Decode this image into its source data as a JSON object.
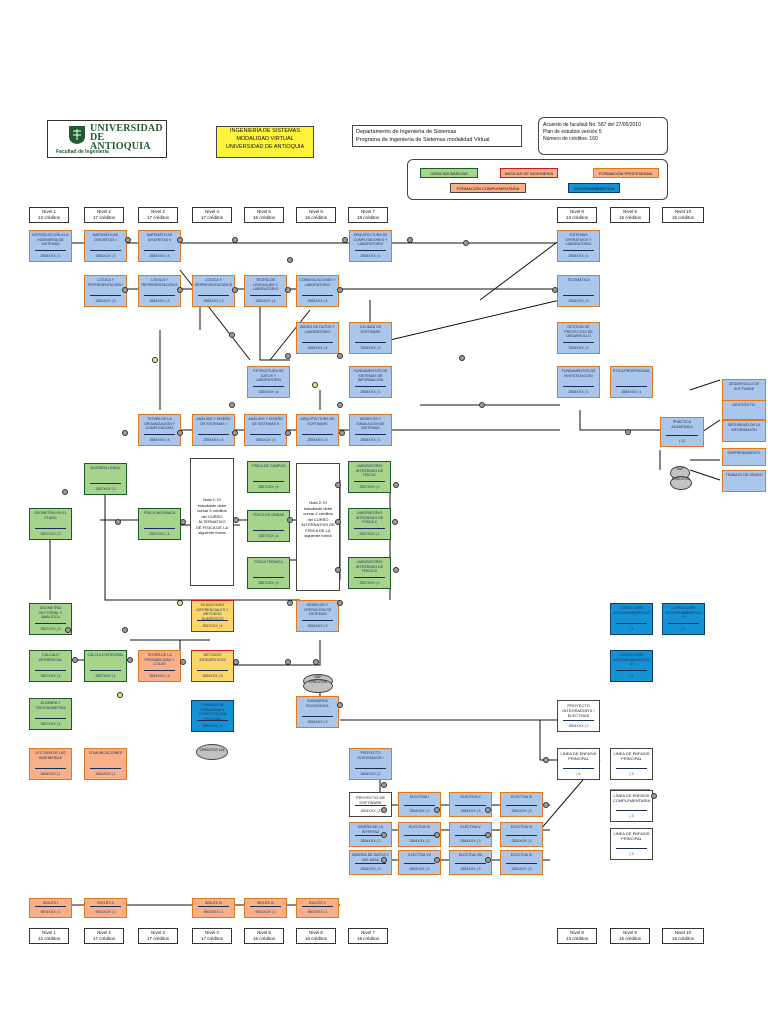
{
  "header": {
    "logo": {
      "university": [
        "UNIVERSIDAD",
        "DE ANTIOQUIA"
      ],
      "faculty": "Facultad de Ingeniería"
    },
    "program_box": [
      "INGENIERÍA DE SISTEMAS",
      "MODALIDAD VIRTUAL",
      "UNIVERSIDAD DE ANTIOQUIA"
    ],
    "department_box": [
      "Departamento de Ingeniería de Sistemas",
      "Programa de Ingeniería de Sistemas modalidad Virtual"
    ],
    "agreement_box": [
      "Acuerdo de facultad No. 587 del 27/05/2010",
      "Plan de estudios versión 5",
      "Número de créditos: 160"
    ]
  },
  "legend": [
    {
      "label": "CIENCIAS BÁSICAS",
      "kind": "green"
    },
    {
      "label": "BÁSICAS DE INGENIERÍA",
      "kind": "orange-red"
    },
    {
      "label": "FORMACIÓN PROFESIONAL",
      "kind": "orange"
    },
    {
      "label": "FORMACIÓN COMPLEMENTARIA",
      "kind": "salmon"
    },
    {
      "label": "SOCIOHUMANÍSTICA",
      "kind": "cyan"
    }
  ],
  "levels_top": [
    {
      "name": "Nivel 1",
      "credits": "12 créditos"
    },
    {
      "name": "Nivel 2",
      "credits": "17 créditos"
    },
    {
      "name": "Nivel 3",
      "credits": "17 créditos"
    },
    {
      "name": "Nivel 4",
      "credits": "17 créditos"
    },
    {
      "name": "Nivel 5",
      "credits": "16 créditos"
    },
    {
      "name": "Nivel 6",
      "credits": "16 créditos"
    },
    {
      "name": "Nivel 7",
      "credits": "18 créditos"
    },
    {
      "name": "Nivel 8",
      "credits": "13 créditos"
    },
    {
      "name": "Nivel 9",
      "credits": "16 créditos"
    },
    {
      "name": "Nivel 10",
      "credits": "15 créditos"
    }
  ],
  "levels_bottom": [
    {
      "name": "Nivel 1",
      "credits": "12 créditos"
    },
    {
      "name": "Nivel 2",
      "credits": "17 créditos"
    },
    {
      "name": "Nivel 3",
      "credits": "17 créditos"
    },
    {
      "name": "Nivel 4",
      "credits": "17 créditos"
    },
    {
      "name": "Nivel 5",
      "credits": "16 créditos"
    },
    {
      "name": "Nivel 6",
      "credits": "16 créditos"
    },
    {
      "name": "Nivel 7",
      "credits": "18 créditos"
    },
    {
      "name": "Nivel 8",
      "credits": "13 créditos"
    },
    {
      "name": "Nivel 9",
      "credits": "16 créditos"
    },
    {
      "name": "Nivel 10",
      "credits": "15 créditos"
    }
  ],
  "courses": [
    {
      "name": "INTRODUCCIÓN A LA INGENIERÍA DE SISTEMAS",
      "code": "2554XXX | 1",
      "kind": "blue"
    },
    {
      "name": "MATEMÁTICAS DISCRETAS I",
      "code": "2554XXX | 3",
      "kind": "blue"
    },
    {
      "name": "MATEMÁTICAS DISCRETAS II",
      "code": "2554XXX | 3",
      "kind": "blue"
    },
    {
      "name": "ARQUITECTURA DE COMPUTADORES Y LABORATORIO",
      "code": "2554XXX | 4",
      "kind": "blue"
    },
    {
      "name": "SISTEMAS OPERATIVOS Y LABORATORIO",
      "code": "2554XXX | 4",
      "kind": "blue"
    },
    {
      "name": "LÓGICA Y REPRESENTACIÓN I",
      "code": "2554XXX | 3",
      "kind": "blue"
    },
    {
      "name": "LÓGICA Y REPRESENTACIÓN II",
      "code": "2554XXX | 3",
      "kind": "blue"
    },
    {
      "name": "LÓGICA Y REPRESENTACIÓN III",
      "code": "2554XXX | 3",
      "kind": "blue"
    },
    {
      "name": "TEORÍA DE LENGUAJES Y LABORATORIO",
      "code": "2554XXX | 4",
      "kind": "blue"
    },
    {
      "name": "COMUNICACIONES Y LABORATORIO",
      "code": "2554XXX | 4",
      "kind": "blue"
    },
    {
      "name": "TELEMÁTICA",
      "code": "2554XXX | 3",
      "kind": "blue"
    },
    {
      "name": "BASES DE DATOS Y LABORATORIO",
      "code": "2554XXX | 4",
      "kind": "blue"
    },
    {
      "name": "CALIDAD DE SOFTWARE",
      "code": "2554XXX | 3",
      "kind": "blue"
    },
    {
      "name": "GESTIÓN DE PROYECTOS DE DESARROLLO",
      "code": "2554XXX | 3",
      "kind": "blue"
    },
    {
      "name": "ESTRUCTURA DE DATOS Y LABORATORIO",
      "code": "2554XXX | 4",
      "kind": "blue"
    },
    {
      "name": "FUNDAMENTOS DE SISTEMAS DE INFORMACIÓN",
      "code": "2554XXX | 3",
      "kind": "blue"
    },
    {
      "name": "FUNDAMENTOS DE INVESTIGACIÓN",
      "code": "2554XXX | 1",
      "kind": "blue"
    },
    {
      "name": "ÉTICA PROFESIONAL",
      "code": "2554XXX | 1",
      "kind": "blue"
    },
    {
      "name": "TEORÍA DE LA ORGANIZACIÓN Y COMPUTADORA",
      "code": "2554XXX | 3",
      "kind": "blue"
    },
    {
      "name": "ANÁLISIS Y DISEÑO DE SISTEMAS I",
      "code": "2554XXX | 4",
      "kind": "blue"
    },
    {
      "name": "ANÁLISIS Y DISEÑO DE SISTEMAS II",
      "code": "2554XXX | 4",
      "kind": "blue"
    },
    {
      "name": "ARQUITECTURA DE SOFTWARE",
      "code": "2554XXX | 3",
      "kind": "blue"
    },
    {
      "name": "MODELOS Y SIMULACIÓN DE SISTEMAS",
      "code": "2554XXX | 3",
      "kind": "blue"
    },
    {
      "name": "PRÁCTICA ACADÉMICA",
      "code": "| 12",
      "kind": "blue"
    },
    {
      "name": "ÁLGEBRA LINEAL",
      "code": "2557XXX | 3",
      "kind": "green"
    },
    {
      "name": "GEOMETRÍA EN EL PLANO",
      "code": "2557XXX | 3",
      "kind": "green"
    },
    {
      "name": "FÍSICA MECÁNICA",
      "code": "2557XXX | 4",
      "kind": "green"
    },
    {
      "name": "FÍSICA DE CAMPOS",
      "code": "2557XXX | 4",
      "kind": "green"
    },
    {
      "name": "FÍSICA DE ONDAS",
      "code": "2557XXX | 4",
      "kind": "green"
    },
    {
      "name": "FÍSICA TÉRMICA",
      "code": "2557XXX | 3",
      "kind": "green"
    },
    {
      "name": "LABORATORIO INTEGRADO DE FÍSICA I",
      "code": "2557XXX | 1",
      "kind": "green"
    },
    {
      "name": "LABORATORIO INTEGRADO DE FÍSICA II",
      "code": "2557XXX | 1",
      "kind": "green"
    },
    {
      "name": "LABORATORIO INTEGRADO DE FÍSICA III",
      "code": "2557XXX | 1",
      "kind": "green"
    },
    {
      "name": "GEOMETRÍA VECTORIAL Y ANALÍTICA",
      "code": "2557XXX | 4",
      "kind": "green"
    },
    {
      "name": "CÁLCULO DIFERENCIAL",
      "code": "2557XXX | 4",
      "kind": "green"
    },
    {
      "name": "CÁLCULO INTEGRAL",
      "code": "2557XXX | 4",
      "kind": "green"
    },
    {
      "name": "ÁLGEBRA Y TRIGONOMETRÍA",
      "code": "2557XXX | 4",
      "kind": "green"
    },
    {
      "name": "ECUACIONES DIFERENCIALES Y MÉTODOS NUMÉRICOS",
      "code": "2557XXX | 4",
      "kind": "yellow"
    },
    {
      "name": "TEORÍA DE LA PROBABILIDAD Y COLAS",
      "code": "2554XXX | 3",
      "kind": "orange"
    },
    {
      "name": "MÉTODOS ESTADÍSTICOS",
      "code": "2554XXX | 3",
      "kind": "yellow"
    },
    {
      "name": "MODELOS Y OPERACIÓN DE SISTEMAS",
      "code": "2554XXX | 3",
      "kind": "blue"
    },
    {
      "name": "INGENIERÍA ECONÓMICA",
      "code": "2554XXX | 3",
      "kind": "blue"
    },
    {
      "name": "FORMACIÓN CIUDADANA Y CONSTITUCIÓN POLÍTICA",
      "code": "2554XXX | 1",
      "kind": "cyan"
    },
    {
      "name": "CURSO LIBRE SOCIOHUMANÍSTICO",
      "code": "| 1",
      "kind": "cyan"
    },
    {
      "name": "CURSO LIBRE SOCIOHUMANÍSTICO II",
      "code": "| 1",
      "kind": "cyan"
    },
    {
      "name": "CURSO LIBRE SOCIOHUMANÍSTICO III",
      "code": "| 1",
      "kind": "cyan"
    },
    {
      "name": "LECTURA DE LAS INGENIERÍAS",
      "code": "2554XXX | 1",
      "kind": "orange"
    },
    {
      "name": "COMUNICACIONES",
      "code": "2554XXX | 1",
      "kind": "orange"
    },
    {
      "name": "PROYECTO INTEGRADOR II / ELECTIVAS",
      "code": "2554XXX | 2",
      "kind": "plain"
    },
    {
      "name": "LÍNEA DE ÉNFASIS PRINCIPAL",
      "code": "| 4",
      "kind": "plain"
    },
    {
      "name": "LÍNEA DE ÉNFASIS PRINCIPAL",
      "code": "| 3",
      "kind": "plain"
    },
    {
      "name": "LÍNEA DE ÉNFASIS PRINCIPAL II",
      "code": "| 3",
      "kind": "plain"
    },
    {
      "name": "LÍNEA DE ÉNFASIS COMPLEMENTARIA",
      "code": "| 3",
      "kind": "plain"
    },
    {
      "name": "LÍNEA DE ÉNFASIS COMPLEMENTARIA II",
      "code": "| 3",
      "kind": "plain"
    },
    {
      "name": "LÍNEA DE ÉNFASIS PRINCIPAL",
      "code": "| 3",
      "kind": "plain"
    },
    {
      "name": "INGLÉS I",
      "code": "9001XXX | 1",
      "kind": "orange"
    },
    {
      "name": "INGLÉS II",
      "code": "9001XXX | 1",
      "kind": "orange"
    },
    {
      "name": "INGLÉS III",
      "code": "9001XXX | 1",
      "kind": "orange"
    },
    {
      "name": "INGLÉS IV",
      "code": "9001XXX | 1",
      "kind": "orange"
    },
    {
      "name": "INGLÉS V",
      "code": "9001XXX | 1",
      "kind": "orange"
    },
    {
      "name": "PROYECTO INTEGRADOR I",
      "code": "2554XXX | 2",
      "kind": "blue"
    },
    {
      "name": "PROYECTO DE SOFTWARE",
      "code": "2554XXX | 3",
      "kind": "plain"
    },
    {
      "name": "ELECTIVA I",
      "code": "2554XXX | 3",
      "kind": "blue"
    },
    {
      "name": "ELECTIVA II",
      "code": "2554XXX | 3",
      "kind": "blue"
    },
    {
      "name": "ELECTIVA III",
      "code": "2554XXX | 3",
      "kind": "blue"
    },
    {
      "name": "DISEÑO DE LA INTERFAZ",
      "code": "2554XXX | 3",
      "kind": "blue"
    },
    {
      "name": "ELECTIVA IV",
      "code": "2554XXX | 3",
      "kind": "blue"
    },
    {
      "name": "ELECTIVA V",
      "code": "2554XXX | 3",
      "kind": "blue"
    },
    {
      "name": "ELECTIVA VI",
      "code": "2554XXX | 3",
      "kind": "blue"
    },
    {
      "name": "MINERÍA DE DATOS Y BIG DATA",
      "code": "2554XXX | 3",
      "kind": "blue"
    },
    {
      "name": "ELECTIVA VII",
      "code": "2554XXX | 3",
      "kind": "blue"
    },
    {
      "name": "ELECTIVA VIII",
      "code": "2554XXX | 3",
      "kind": "blue"
    },
    {
      "name": "ELECTIVA IX",
      "code": "2554XXX | 3",
      "kind": "blue"
    },
    {
      "name": "DESARROLLO DE SOFTWARE",
      "kind": "blue"
    },
    {
      "name": "GESTIÓN TIC",
      "kind": "blue"
    },
    {
      "name": "SEGURIDAD DE LA INFORMACIÓN",
      "kind": "blue"
    },
    {
      "name": "EMPRENDIMIENTO",
      "kind": "blue"
    },
    {
      "name": "TRABAJO DE GRADO",
      "kind": "blue"
    }
  ],
  "notes": [
    [
      "Nota 1: El",
      "estudiante debe",
      "cursar 5 créditos",
      "del CURSO",
      "ALTERNATIVO",
      "DE FÍSICA DE LA",
      "siguiente forma"
    ],
    [
      "Nota 2: El",
      "estudiante debe",
      "cursar 4 créditos",
      "del CURSO",
      "ALTERNATIVO DE",
      "FÍSICA DE LA",
      "siguiente forma"
    ]
  ],
  "nodes": [
    "SAP",
    "CRÉDITOS",
    "SAP",
    "CRÉDITOS",
    "CRÉDITOS 126"
  ]
}
